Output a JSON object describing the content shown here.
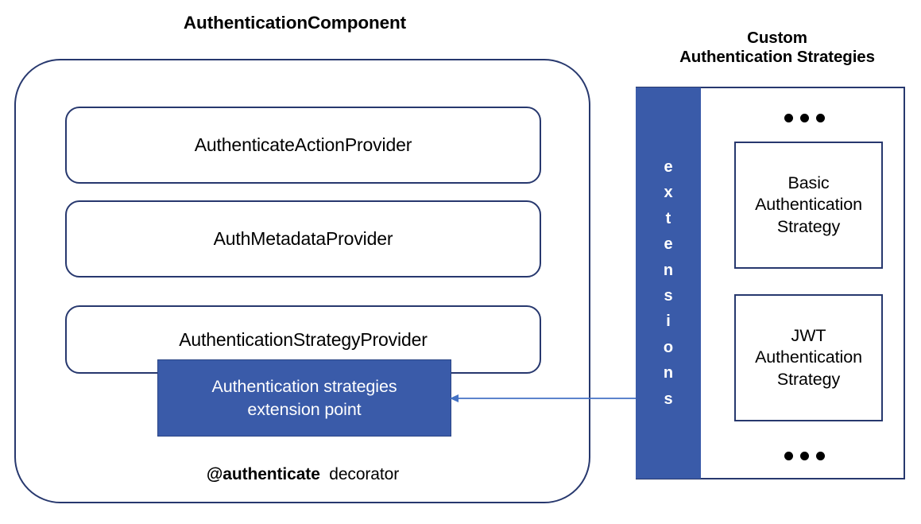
{
  "diagram": {
    "left_title": "AuthenticationComponent",
    "right_title": "Custom\nAuthentication Strategies",
    "colors": {
      "accent_blue": "#3A5BA9",
      "border_navy": "#27386E",
      "arrow_blue": "#4472C4",
      "text_on_accent": "#FFFFFF"
    }
  },
  "component": {
    "providers": [
      {
        "label": "AuthenticateActionProvider"
      },
      {
        "label": "AuthMetadataProvider"
      },
      {
        "label": "AuthenticationStrategyProvider"
      }
    ],
    "extension_point": {
      "label": "Authentication strategies\nextension point"
    },
    "decorator": {
      "name": "@authenticate",
      "suffix": "decorator"
    }
  },
  "strategies_panel": {
    "bar_label": "extensions",
    "bar_chars": [
      "e",
      "x",
      "t",
      "e",
      "n",
      "s",
      "i",
      "o",
      "n",
      "s"
    ],
    "ellipsis": "•••",
    "items": [
      {
        "label": "Basic\nAuthentication\nStrategy"
      },
      {
        "label": "JWT\nAuthentication\nStrategy"
      }
    ]
  },
  "connector": {
    "name": "extensions-to-extension-point-arrow",
    "direction": "right-to-left"
  }
}
